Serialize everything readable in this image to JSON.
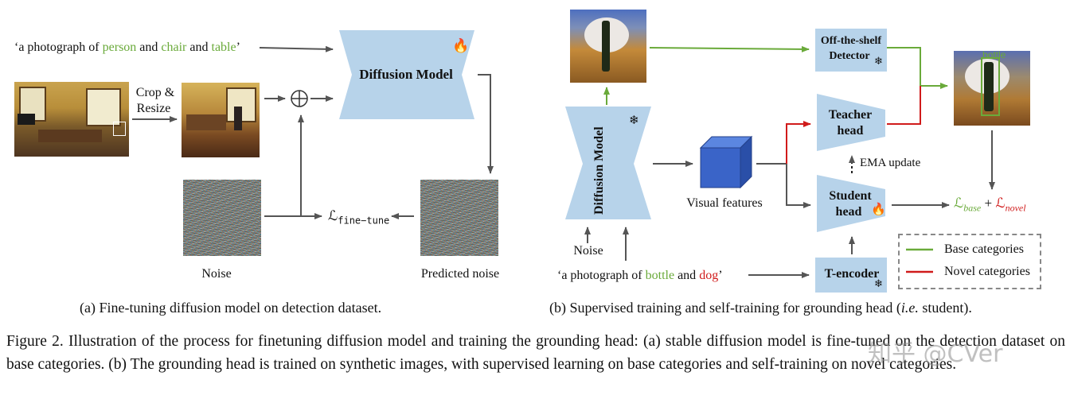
{
  "panel_a": {
    "prompt": {
      "prefix": "‘a photograph of ",
      "person": "person",
      "and1": " and ",
      "chair": "chair",
      "and2": " and ",
      "table": "table",
      "suffix": "’"
    },
    "crop_label_1": "Crop &",
    "crop_label_2": "Resize",
    "diffusion_model": "Diffusion Model",
    "oplus": "⊕",
    "loss_main": "ℒ",
    "loss_sub": "fine−tune",
    "noise_label": "Noise",
    "predicted_noise_label": "Predicted noise",
    "caption": "(a) Fine-tuning diffusion model on detection dataset."
  },
  "panel_b": {
    "diffusion_model": "Diffusion Model",
    "detector_1": "Off-the-shelf",
    "detector_2": "Detector",
    "teacher_1": "Teacher",
    "teacher_2": "head",
    "student_1": "Student",
    "student_2": "head",
    "ema": "EMA update",
    "visual_features": "Visual features",
    "noise_label": "Noise",
    "t_encoder": "T-encoder",
    "prompt": {
      "prefix": "‘a photograph of ",
      "bottle": "bottle",
      "and": " and ",
      "dog": "dog",
      "suffix": "’"
    },
    "detected_label": "bottle",
    "loss_base_main": "ℒ",
    "loss_base_sub": "base",
    "plus": " + ",
    "loss_novel_main": "ℒ",
    "loss_novel_sub": "novel",
    "legend": {
      "base": "Base categories",
      "novel": "Novel categories"
    },
    "caption_pre": "(b) Supervised training and self-training for grounding head (",
    "caption_ie": "i.e.",
    "caption_post": " student)."
  },
  "figure_caption": "Figure 2. Illustration of the process for finetuning diffusion model and training the grounding head: (a) stable diffusion model is fine-tuned on the detection dataset on base categories. (b) The grounding head is trained on synthetic images, with supervised learning on base categories and self-training on novel categories.",
  "watermark": "知乎 @CVer",
  "colors": {
    "block": "#b7d3ea",
    "green": "#6aaa3a",
    "red": "#d01b1b",
    "cube": "#3a64c8",
    "arrow": "#555555"
  },
  "icons": [
    "fire-icon",
    "snowflake-icon"
  ]
}
